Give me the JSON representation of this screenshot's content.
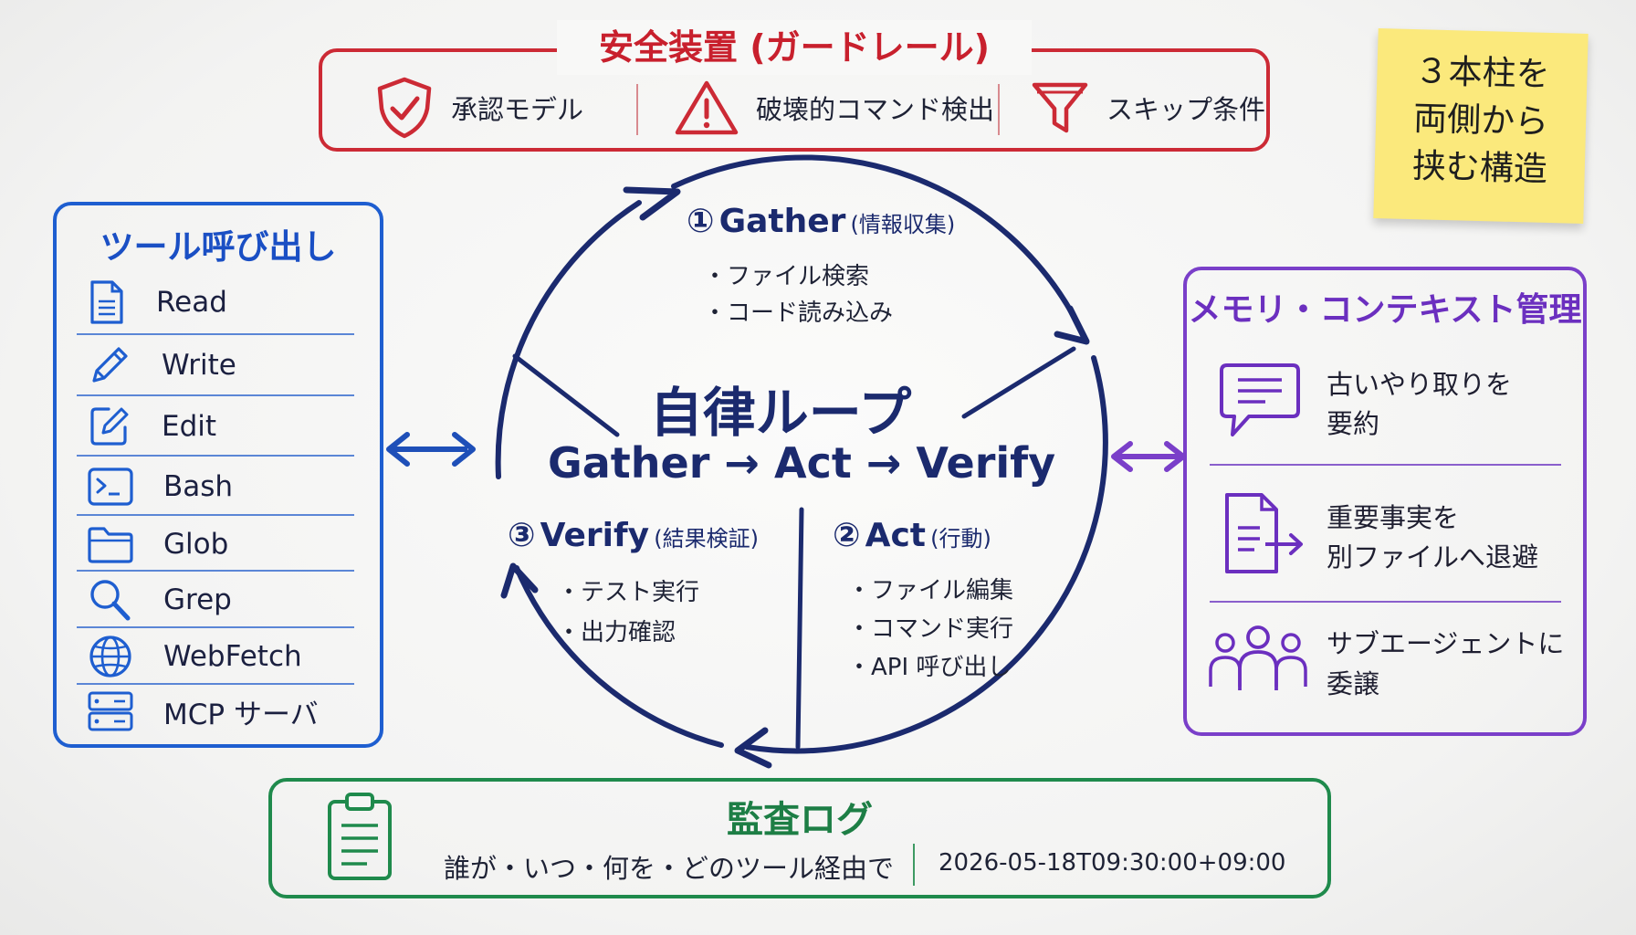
{
  "safety": {
    "title": "安全装置 (ガードレール)",
    "items": [
      {
        "label": "承認モデル",
        "icon": "shield-check-icon"
      },
      {
        "label": "破壊的コマンド検出",
        "icon": "warning-icon"
      },
      {
        "label": "スキップ条件",
        "icon": "filter-icon"
      }
    ],
    "color": "#cc2a35"
  },
  "sticky": {
    "lines": [
      "３本柱を",
      "両側から",
      "挟む構造"
    ],
    "color": "#fbe97c"
  },
  "tools": {
    "title": "ツール呼び出し",
    "color": "#1e5ed0",
    "items": [
      {
        "label": "Read",
        "icon": "file-icon"
      },
      {
        "label": "Write",
        "icon": "pencil-icon"
      },
      {
        "label": "Edit",
        "icon": "edit-icon"
      },
      {
        "label": "Bash",
        "icon": "terminal-icon"
      },
      {
        "label": "Glob",
        "icon": "folder-icon"
      },
      {
        "label": "Grep",
        "icon": "search-icon"
      },
      {
        "label": "WebFetch",
        "icon": "globe-icon"
      },
      {
        "label": "MCP サーバ",
        "icon": "server-icon"
      }
    ]
  },
  "loop": {
    "title": "自律ループ",
    "flow": "Gather → Act → Verify",
    "color": "#1b2a6e",
    "phases": [
      {
        "number": "①",
        "name": "Gather",
        "sub": "(情報収集)",
        "bullets": [
          "・ファイル検索",
          "・コード読み込み"
        ]
      },
      {
        "number": "②",
        "name": "Act",
        "sub": "(行動)",
        "bullets": [
          "・ファイル編集",
          "・コマンド実行",
          "・API 呼び出し"
        ]
      },
      {
        "number": "③",
        "name": "Verify",
        "sub": "(結果検証)",
        "bullets": [
          "・テスト実行",
          "・出力確認"
        ]
      }
    ]
  },
  "memory": {
    "title": "メモリ・コンテキスト管理",
    "color": "#7a3fc9",
    "items": [
      {
        "lines": [
          "古いやり取りを",
          "要約"
        ],
        "icon": "chat-summary-icon"
      },
      {
        "lines": [
          "重要事実を",
          "別ファイルへ退避"
        ],
        "icon": "file-export-icon"
      },
      {
        "lines": [
          "サブエージェントに",
          "委譲"
        ],
        "icon": "people-icon"
      }
    ]
  },
  "audit": {
    "title": "監査ログ",
    "description": "誰が・いつ・何を・どのツール経由で",
    "timestamp": "2026-05-18T09:30:00+09:00",
    "icon": "clipboard-icon",
    "color": "#1f8a4c"
  }
}
